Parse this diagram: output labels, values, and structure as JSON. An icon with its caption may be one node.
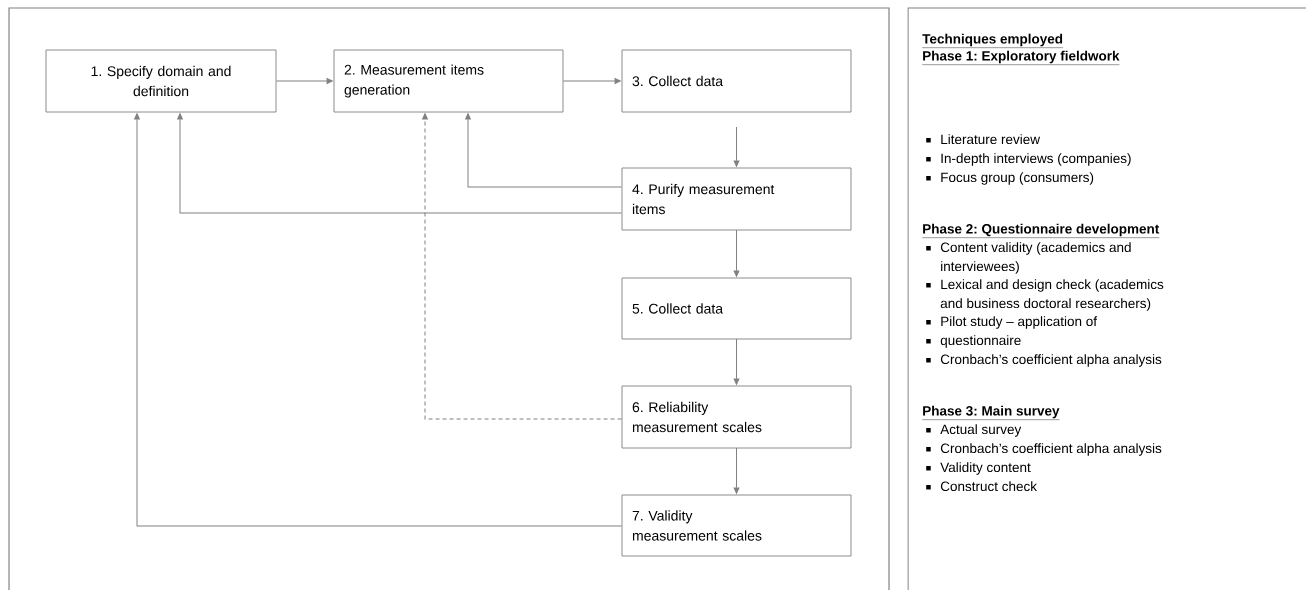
{
  "diagram": {
    "nodes": [
      {
        "text": [],
        "shape": "box"
      },
      {
        "text": [
          "1. Specify domain and definition"
        ],
        "in": 0
      },
      {
        "text": [
          "2. Measurement items generation"
        ],
        "in": 0
      },
      {
        "text": [
          "3. Collect data"
        ],
        "in": 0
      },
      {
        "text": [
          "4. Purify measurement items"
        ],
        "in": 0
      },
      {
        "text": [
          "5. Collect data"
        ],
        "in": 0
      },
      {
        "text": [
          "6. Reliability measurement scales"
        ],
        "in": 0
      },
      {
        "text": [
          "7. Validity measurement scales"
        ],
        "in": 0
      },
      {
        "text": [
          "Techniques employed",
          "Phase 1: Exploratory fieldwork",
          "Literature review",
          "In-depth interviews (companies)",
          "Focus group (consumers)",
          "Phase 2: Questionnaire development",
          "Content validity (academics and interviewees)",
          "Lexical and design check (academics and business doctoral researchers)",
          "Pilot study – application of",
          "questionnaire",
          "Cronbach’s coefficient alpha analysis",
          "Phase 3: Main survey",
          "Actual survey",
          "Cronbach’s coefficient alpha analysis",
          "Validity content",
          "Construct check"
        ]
      }
    ],
    "edges": [
      {
        "from": 1,
        "to": 2,
        "arrow": "to"
      },
      {
        "from": 2,
        "to": 3,
        "arrow": "to"
      },
      {
        "from": 3,
        "to": 4,
        "arrow": "to"
      },
      {
        "from": 4,
        "to": 2,
        "arrow": "to"
      },
      {
        "from": 4,
        "to": 1,
        "arrow": "to"
      },
      {
        "from": 4,
        "to": 5,
        "arrow": "to"
      },
      {
        "from": 6,
        "to": 2,
        "arrow": "to",
        "style": "dashed"
      },
      {
        "from": 5,
        "to": 6,
        "arrow": "to"
      },
      {
        "from": 6,
        "to": 7,
        "arrow": "to"
      },
      {
        "from": 7,
        "to": 1,
        "arrow": "to"
      }
    ]
  }
}
